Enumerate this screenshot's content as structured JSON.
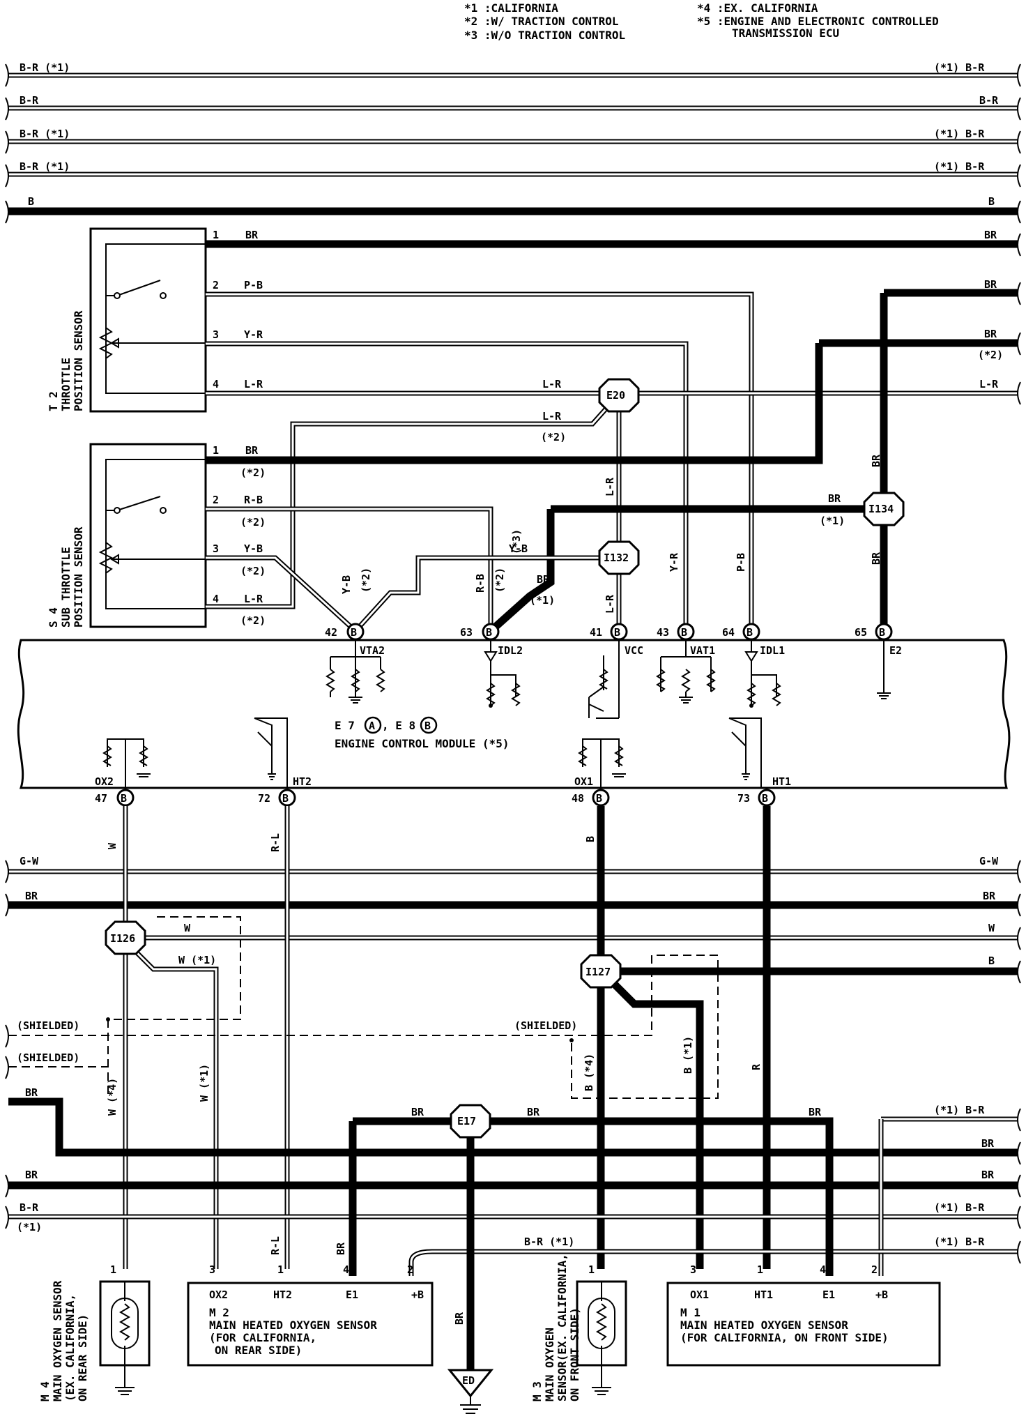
{
  "notes": {
    "n1": "*1 :CALIFORNIA",
    "n2": "*2 :W/ TRACTION CONTROL",
    "n3": "*3 :W/O TRACTION CONTROL",
    "n4": "*4 :EX. CALIFORNIA",
    "n5a": "*5 :ENGINE AND ELECTRONIC CONTROLLED",
    "n5b": "TRANSMISSION ECU"
  },
  "top_wires": {
    "w1_left": "B-R (*1)",
    "w1_right": "(*1) B-R",
    "w2_left": "B-R",
    "w2_right": "B-R",
    "w3_left": "B-R (*1)",
    "w3_right": "(*1) B-R",
    "w4_left": "B-R (*1)",
    "w4_right": "(*1) B-R",
    "w5_left": "B",
    "w5_right": "B"
  },
  "t2": {
    "name_a": "T 2",
    "name_b": "THROTTLE",
    "name_c": "POSITION SENSOR",
    "pins": [
      "1",
      "2",
      "3",
      "4"
    ],
    "wires": [
      "BR",
      "P-B",
      "Y-R",
      "L-R"
    ]
  },
  "s4": {
    "name_a": "S 4",
    "name_b": "SUB THROTTLE",
    "name_c": "POSITION SENSOR",
    "pins": [
      "1",
      "2",
      "3",
      "4"
    ],
    "wires": [
      "BR",
      "R-B",
      "Y-B",
      "L-R"
    ],
    "notes": [
      "(*2)",
      "(*2)",
      "(*2)",
      "(*2)"
    ]
  },
  "right_labels": {
    "br1": "BR",
    "br2": "BR",
    "br3": "BR",
    "star2": "(*2)",
    "lr": "L-R"
  },
  "junctions": {
    "e20": "E20",
    "i132": "I132",
    "i134": "I134",
    "i126": "I126",
    "i127": "I127",
    "e17": "E17"
  },
  "mid_labels": {
    "lr_a": "L-R",
    "lr_b": "L-R",
    "star2_a": "(*2)",
    "lr_v": "L-R",
    "lr_v2": "L-R",
    "yb_h": "Y-B",
    "yb_v": "Y-B",
    "star2_b": "(*2)",
    "rb_v": "R-B",
    "star2_c": "(*2)",
    "star3": "(*3)",
    "br_h": "BR",
    "star1_a": "(*1)",
    "yr_v": "Y-R",
    "pb_v": "P-B",
    "br_i134": "BR",
    "star1_b": "(*1)",
    "br_v1": "BR",
    "br_v2": "BR"
  },
  "ecm": {
    "top_pins": [
      "42",
      "63",
      "41",
      "43",
      "64",
      "65"
    ],
    "top_names": [
      "VTA2",
      "IDL2",
      "VCC",
      "VAT1",
      "IDL1",
      "E2"
    ],
    "title_a": "E 7",
    "conn_a": "A",
    "title_sep": ", E 8",
    "conn_b": "B",
    "title_b": "ENGINE CONTROL MODULE (*5)",
    "bot_pins": [
      "47",
      "72",
      "48",
      "73"
    ],
    "bot_names": [
      "OX2",
      "HT2",
      "OX1",
      "HT1"
    ],
    "conn": "B"
  },
  "lower": {
    "w_v": "W",
    "rl_v": "R-L",
    "b_v": "B",
    "gw_l": "G-W",
    "gw_r": "G-W",
    "br_l": "BR",
    "br_r": "BR",
    "w_r": "W",
    "w_in": "W",
    "w1": "W (*1)",
    "b_r": "B",
    "shield1": "(SHIELDED)",
    "shield2": "(SHIELDED)",
    "shield3": "(SHIELDED)",
    "w4_v": "W (*4)",
    "w1_v": "W (*1)",
    "b4_v": "B (*4)",
    "b1_v": "B (*1)",
    "r_v": "R",
    "br_a": "BR",
    "br_b": "BR",
    "br_c": "BR",
    "br_d": "BR",
    "br_row1_l": "BR",
    "br_row1_r": "BR",
    "br_row2_l": "BR",
    "br_row2_r": "BR",
    "br_row0_r": "(*1) B-R",
    "br_row3_l": "B-R",
    "br_row3_r": "(*1) B-R",
    "star1_l": "(*1)",
    "br_row4_r": "(*1) B-R",
    "br_mid": "B-R (*1)",
    "rl_v2": "R-L",
    "br_v3": "BR",
    "br_gnd": "BR"
  },
  "sensors": {
    "m4": {
      "name_a": "M 4",
      "name_b": "MAIN OXYGEN SENSOR",
      "name_c": "(EX. CALIFORNIA,",
      "name_d": "ON REAR SIDE)",
      "pin": "1"
    },
    "m2": {
      "pins": [
        "3",
        "1",
        "4",
        "2"
      ],
      "names": [
        "OX2",
        "HT2",
        "E1",
        "+B"
      ],
      "title_a": "M 2",
      "title_b": "MAIN HEATED OXYGEN SENSOR",
      "title_c": "(FOR CALIFORNIA,",
      "title_d": "ON REAR SIDE)"
    },
    "m3": {
      "name_a": "M 3",
      "name_b": "MAIN OXYGEN",
      "name_c": "SENSOR(EX. CALIFORNIA,",
      "name_d": "ON FRONT SIDE)",
      "pin": "1"
    },
    "m1": {
      "pins": [
        "3",
        "1",
        "4",
        "2"
      ],
      "names": [
        "OX1",
        "HT1",
        "E1",
        "+B"
      ],
      "title_a": "M 1",
      "title_b": "MAIN HEATED OXYGEN SENSOR",
      "title_c": "(FOR CALIFORNIA, ON FRONT SIDE)"
    },
    "ed": "ED"
  }
}
